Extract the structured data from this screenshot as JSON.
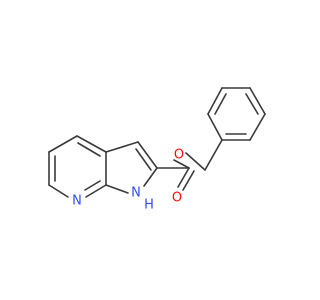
{
  "colors": {
    "bond": "#3a3a3a",
    "oxygen": "#ff0d0d",
    "nitrogen": "#3050f8"
  },
  "atoms": {
    "o_carbonyl": {
      "text": "O"
    },
    "o_ester": {
      "text": "O"
    },
    "n_pyridine": {
      "text": "N"
    },
    "n_pyrrole": {
      "text": "N"
    },
    "h_pyrrole": {
      "text": "H"
    }
  }
}
